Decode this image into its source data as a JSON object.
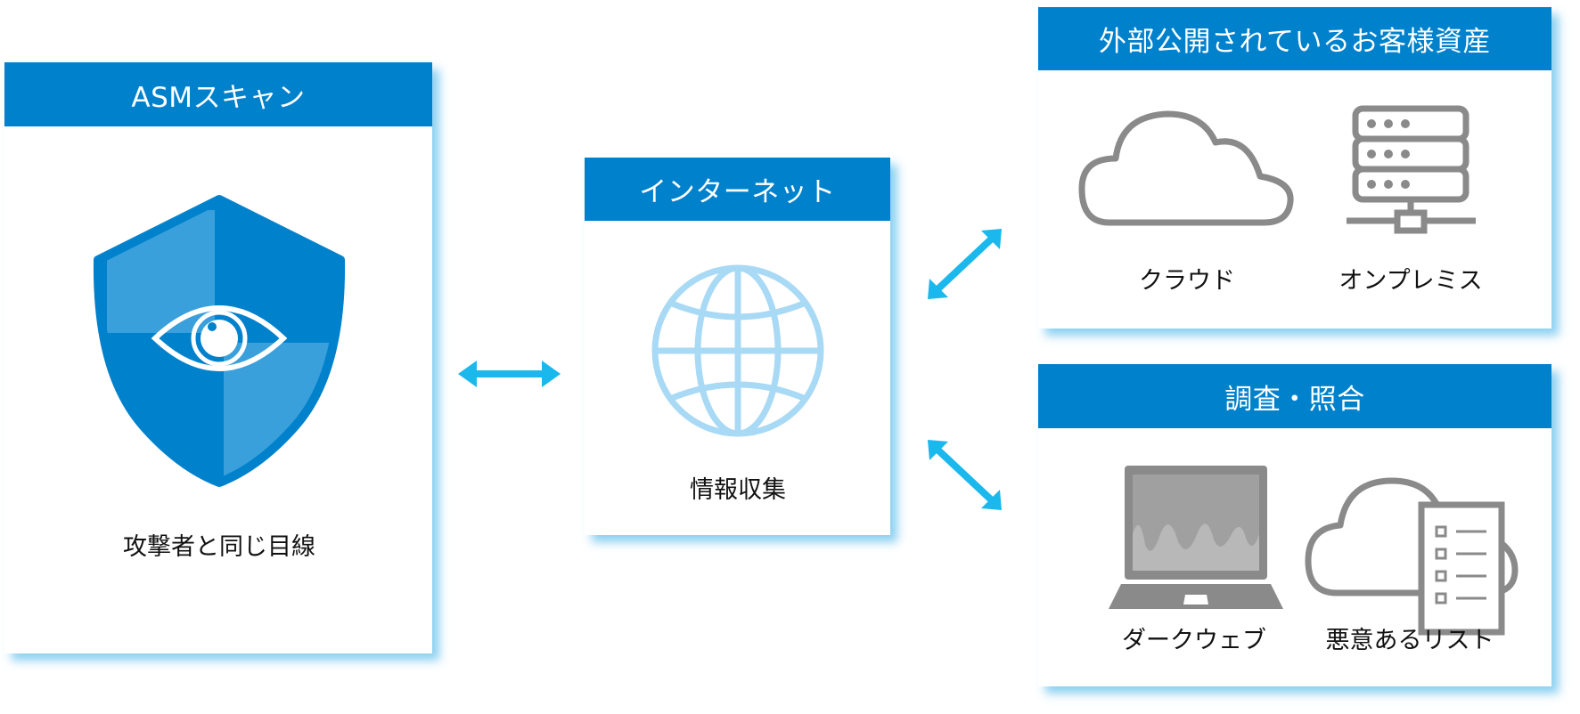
{
  "colors": {
    "header_blue": "#0081cc",
    "shield_dark": "#0081cc",
    "shield_light": "#3aa0dc",
    "globe": "#a8d9f5",
    "arrow": "#1ab8ec",
    "icon_gray": "#8a8a8a",
    "shadow": "#8fd2f0"
  },
  "asm_card": {
    "title": "ASMスキャン",
    "icon": "shield-eye-icon",
    "caption": "攻撃者と同じ目線"
  },
  "internet_card": {
    "title": "インターネット",
    "icon": "globe-icon",
    "caption": "情報収集"
  },
  "assets_card": {
    "title": "外部公開されているお客様資産",
    "items": [
      {
        "icon": "cloud-icon",
        "label": "クラウド"
      },
      {
        "icon": "server-icon",
        "label": "オンプレミス"
      }
    ]
  },
  "investigation_card": {
    "title": "調査・照合",
    "items": [
      {
        "icon": "laptop-icon",
        "label": "ダークウェブ"
      },
      {
        "icon": "cloud-list-icon",
        "label": "悪意あるリスト"
      }
    ]
  },
  "connectors": [
    {
      "from": "ASMスキャン",
      "to": "インターネット",
      "icon": "double-arrow-icon"
    },
    {
      "from": "インターネット",
      "to": "外部公開されているお客様資産",
      "icon": "double-arrow-icon"
    },
    {
      "from": "インターネット",
      "to": "調査・照合",
      "icon": "double-arrow-icon"
    }
  ]
}
